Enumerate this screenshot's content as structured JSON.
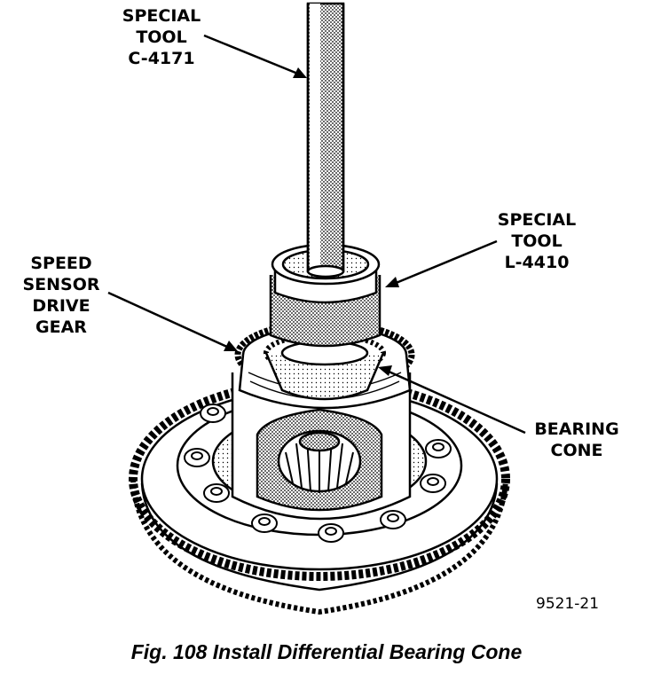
{
  "labels": {
    "special_tool_c4171": "SPECIAL\nTOOL\nC-4171",
    "special_tool_l4410": "SPECIAL\nTOOL\nL-4410",
    "speed_sensor_drive_gear": "SPEED\nSENSOR\nDRIVE\nGEAR",
    "bearing_cone": "BEARING\nCONE"
  },
  "reference_number": "9521-21",
  "caption": "Fig. 108 Install Differential Bearing Cone",
  "colors": {
    "ink": "#000000",
    "paper": "#ffffff",
    "shade": "#9a9a9a"
  }
}
